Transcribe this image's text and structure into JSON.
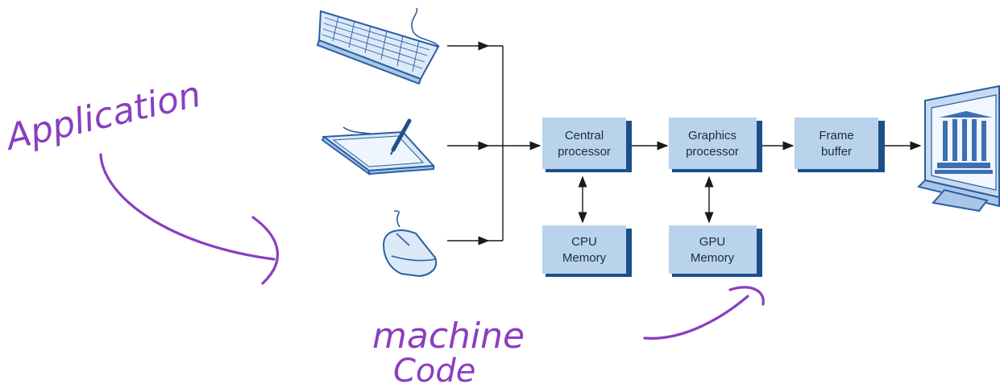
{
  "colors": {
    "box_fill": "#b9d3ec",
    "box_shadow": "#1c4f8a",
    "annotation_ink": "#8a3ec0",
    "device_outline": "#2b5ea3"
  },
  "devices": [
    {
      "name": "keyboard-icon"
    },
    {
      "name": "graphics-tablet-icon"
    },
    {
      "name": "mouse-icon"
    },
    {
      "name": "monitor-icon"
    }
  ],
  "boxes": {
    "central_processor": {
      "line1": "Central",
      "line2": "processor"
    },
    "graphics_processor": {
      "line1": "Graphics",
      "line2": "processor"
    },
    "frame_buffer": {
      "line1": "Frame",
      "line2": "buffer"
    },
    "cpu_memory": {
      "line1": "CPU",
      "line2": "Memory"
    },
    "gpu_memory": {
      "line1": "GPU",
      "line2": "Memory"
    }
  },
  "annotations": {
    "application": "Application",
    "machine": "machine",
    "code": "Code"
  }
}
